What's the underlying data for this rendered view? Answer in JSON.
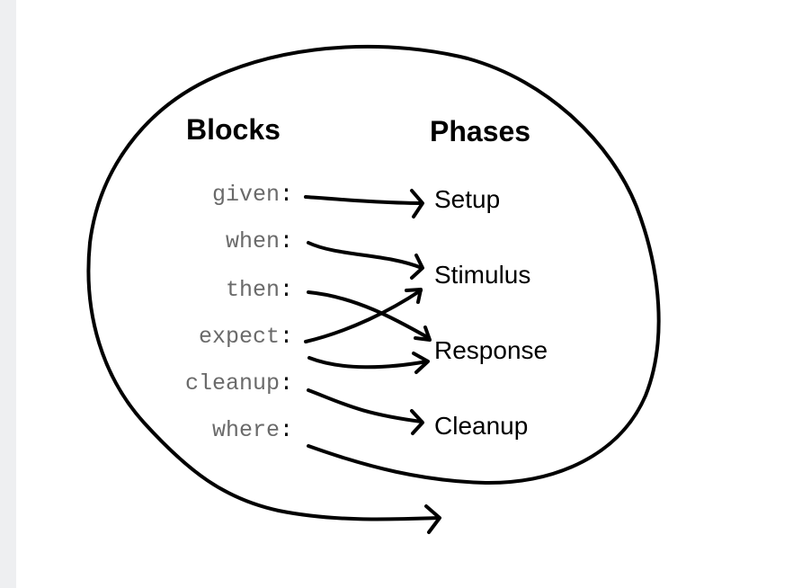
{
  "headings": {
    "blocks": "Blocks",
    "phases": "Phases"
  },
  "blocks": [
    {
      "name": "given",
      "colon": ":"
    },
    {
      "name": "when",
      "colon": ":"
    },
    {
      "name": "then",
      "colon": ":"
    },
    {
      "name": "expect",
      "colon": ":"
    },
    {
      "name": "cleanup",
      "colon": ":"
    },
    {
      "name": "where",
      "colon": ":"
    }
  ],
  "phases": [
    "Setup",
    "Stimulus",
    "Response",
    "Cleanup"
  ],
  "mappings": [
    {
      "from": "given",
      "to": "Setup"
    },
    {
      "from": "when",
      "to": "Stimulus"
    },
    {
      "from": "then",
      "to": "Response"
    },
    {
      "from": "expect",
      "to": "Stimulus"
    },
    {
      "from": "expect",
      "to": "Response"
    },
    {
      "from": "cleanup",
      "to": "Cleanup"
    },
    {
      "from": "where",
      "to": ""
    }
  ],
  "colors": {
    "ink": "#000000",
    "keyword": "#6a6a6a",
    "side_strip": "#eeeff1"
  }
}
